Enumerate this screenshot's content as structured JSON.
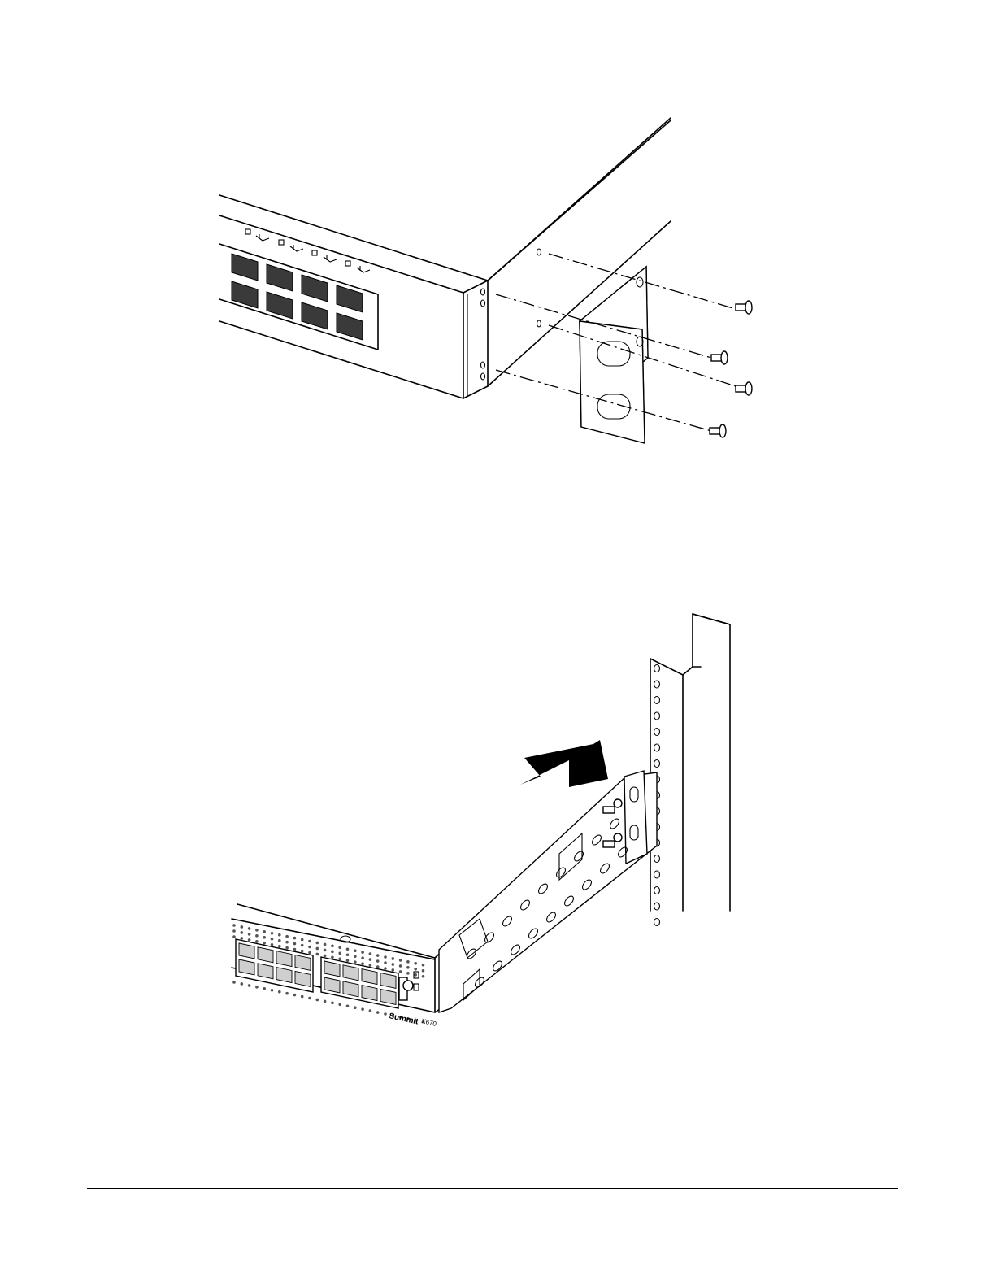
{
  "page": {
    "header_rule": true,
    "footer_rule": true
  },
  "figures": [
    {
      "name": "bracket-attachment",
      "icon": "switch-with-mounting-bracket-and-screws"
    },
    {
      "name": "rack-mounting",
      "icon": "switch-sliding-into-rack-post",
      "device_label": {
        "brand": "Summit",
        "model": "X670"
      }
    }
  ]
}
